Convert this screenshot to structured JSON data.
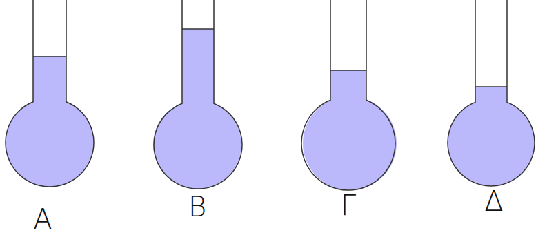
{
  "diagram": {
    "labels": [
      "A",
      "B",
      "Γ",
      "Δ"
    ]
  }
}
